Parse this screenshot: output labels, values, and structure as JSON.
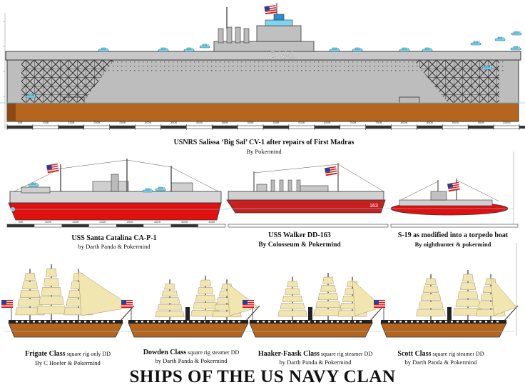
{
  "hull_number": "C V-1",
  "walker_hull_number": "163",
  "scale_labels": [
    "50ft",
    "100ft",
    "150ft",
    "200ft",
    "250ft",
    "300ft",
    "350ft",
    "400ft",
    "450ft",
    "500ft",
    "550ft",
    "600ft",
    "650ft",
    "700ft",
    "750ft",
    "800ft",
    "850ft",
    "900ft",
    "950ft",
    "1000ft"
  ],
  "captions": {
    "cv1": {
      "title": "USNRS Salissa ‘Big Sal’ CV-1  after repairs of First Madras",
      "by": "By Pokermind"
    },
    "santa_catalina": {
      "title": "USS Santa Catalina CA-P-1",
      "by": "by Darth Panda & Pokermind"
    },
    "walker": {
      "title": "USS Walker DD-163",
      "by": "By Colosseum & Pokermind"
    },
    "s19": {
      "title": "S-19 as modified into a torpedo boat",
      "by": "By nighthunter & pokermind"
    },
    "frigate": {
      "title": "Frigate Class",
      "subtitle": " square rig only  DD",
      "by": "By C Hoefer & Pokermind"
    },
    "dowden": {
      "title": "Dowden Class",
      "subtitle": " square rig steamer DD",
      "by": "by Darth Panda & Pokermind"
    },
    "haaker": {
      "title": "Haaker-Faask Class",
      "subtitle": " square rig steamer DD",
      "by": "by Darth Panda & Pokermind"
    },
    "scott": {
      "title": "Scott Class",
      "subtitle": " square rig steamer DD",
      "by": "by Darth Panda & Pokermind"
    }
  },
  "page_title": "SHIPS OF  THE US NAVY CLAN",
  "colors": {
    "hull_grey": "#bdbdbd",
    "hull_red": "#e01010",
    "hull_rust": "#b5651d",
    "sail": "#f2e6b0",
    "deck_blue": "#7fd4f0",
    "flag_red": "#d22020",
    "flag_blue": "#2a3f9a"
  }
}
